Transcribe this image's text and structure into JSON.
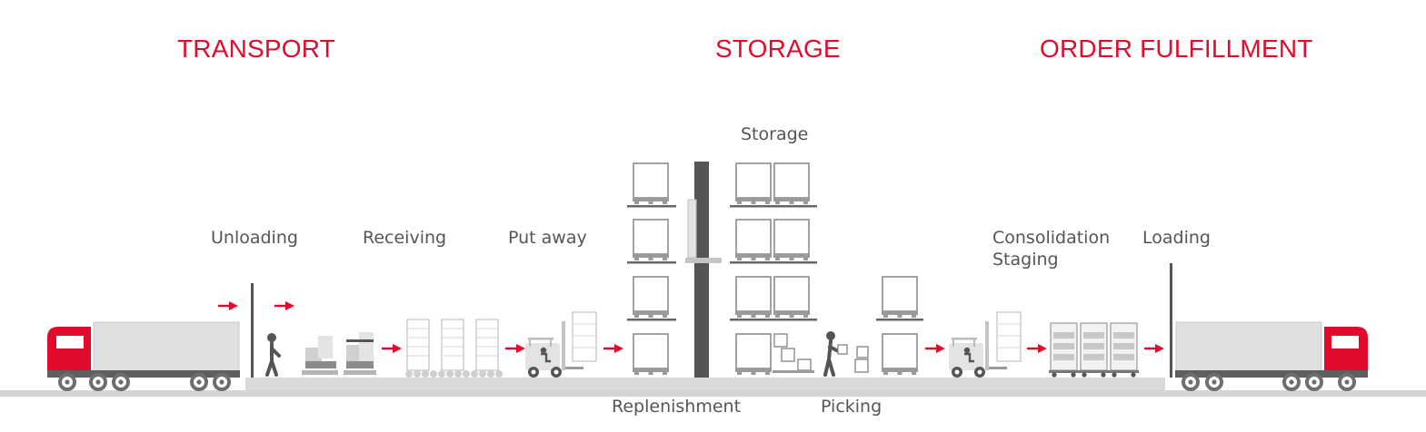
{
  "sections": {
    "transport": "TRANSPORT",
    "storage": "STORAGE",
    "order_fulfillment": "ORDER FULFILLMENT"
  },
  "steps": {
    "unloading": "Unloading",
    "receiving": "Receiving",
    "put_away": "Put away",
    "storage": "Storage",
    "replenishment": "Replenishment",
    "picking": "Picking",
    "consolidation": "Consolidation",
    "staging": "Staging",
    "loading": "Loading"
  },
  "colors": {
    "accent": "#e30b2b",
    "gray": "#8c8c8c",
    "light_gray": "#d9d9d9",
    "dark": "#444444",
    "text": "#555555"
  }
}
